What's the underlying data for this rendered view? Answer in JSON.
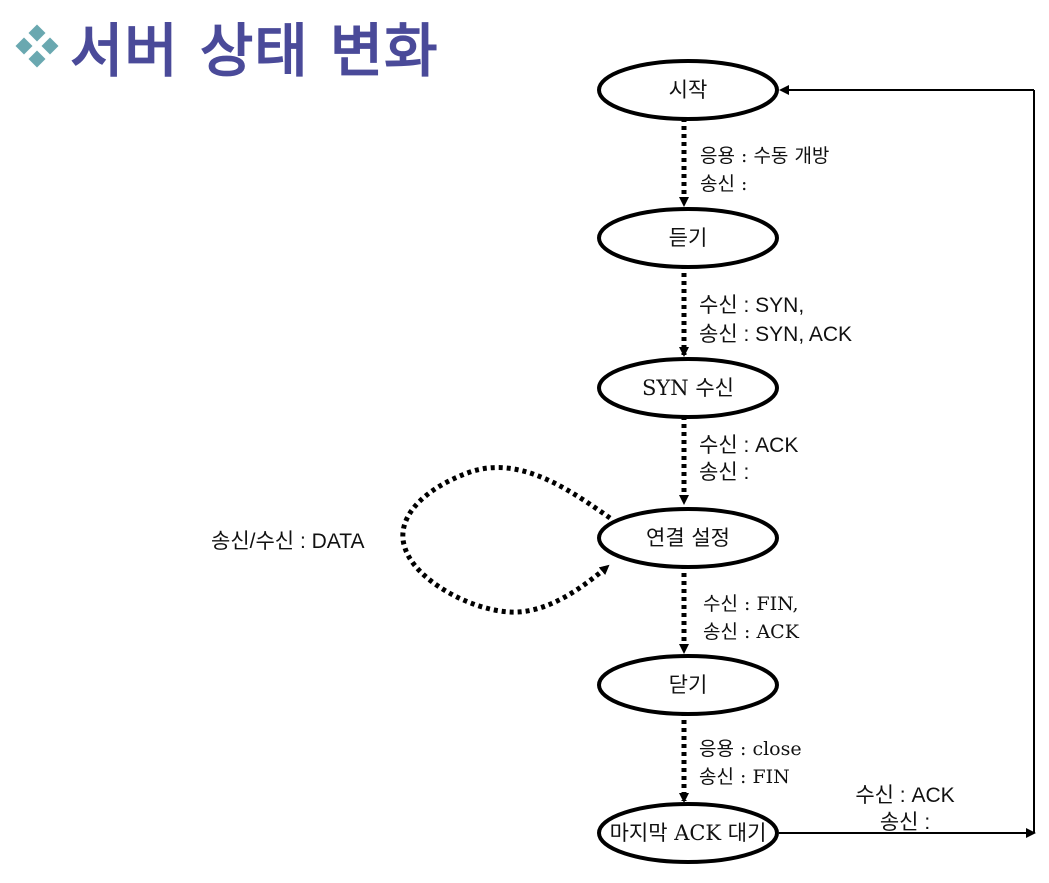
{
  "title": "서버 상태 변화",
  "colors": {
    "title": "#4a4a99",
    "bullet": "#6aa8b0",
    "line": "#000000"
  },
  "nodes": {
    "start": "시작",
    "listen": "듣기",
    "syn_received": "SYN 수신",
    "established": "연결 설정",
    "close_wait": "닫기",
    "last_ack": "마지막 ACK 대기"
  },
  "edges": {
    "start_to_listen": {
      "line1": "응용 : 수동 개방",
      "line2": "송신 :"
    },
    "listen_to_syn": {
      "line1": "수신 : SYN,",
      "line2": "송신 : SYN, ACK"
    },
    "syn_to_established": {
      "line1": "수신 : ACK",
      "line2": "송신 :"
    },
    "established_self": {
      "label": "송신/수신 : DATA"
    },
    "established_to_close": {
      "line1": "수신 : FIN,",
      "line2": "송신 : ACK"
    },
    "close_to_lastack": {
      "line1": "응용 : close",
      "line2": "송신 : FIN"
    },
    "lastack_to_start": {
      "line1": "수신 : ACK",
      "line2": "송신 :"
    }
  }
}
